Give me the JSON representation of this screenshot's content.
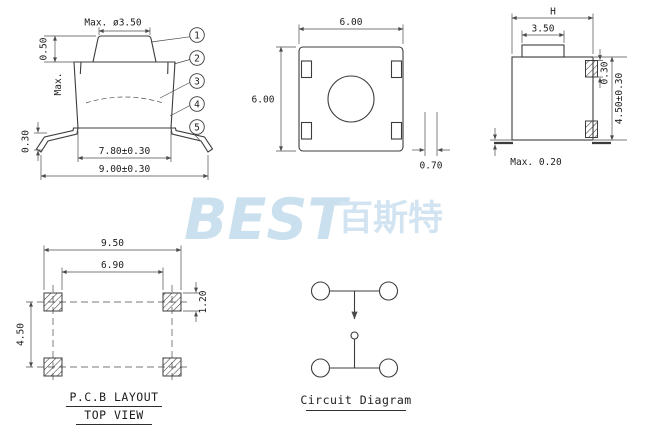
{
  "colors": {
    "line": "#3c3c3c",
    "watermark": "#bfd9eb"
  },
  "watermark": {
    "latin": "BEST",
    "cjk": "百斯特"
  },
  "front_view": {
    "dim_button_dia": "Max. ø3.50",
    "dim_button_height": "0.50",
    "dim_button_height_prefix": "Max.",
    "dim_lead_thickness": "0.30",
    "dim_body_width": "7.80±0.30",
    "dim_lead_span": "9.00±0.30",
    "callouts": [
      "1",
      "2",
      "3",
      "4",
      "5"
    ]
  },
  "top_view": {
    "dim_width": "6.00",
    "dim_height": "6.00",
    "dim_terminal_width": "0.70"
  },
  "side_view": {
    "dim_overall": "H",
    "dim_button_width": "3.50",
    "dim_terminal": "0.30",
    "dim_height": "4.50±0.30",
    "dim_standoff": "Max. 0.20"
  },
  "pcb_layout": {
    "dim_pad_span_outer": "9.50",
    "dim_pad_span_inner": "6.90",
    "dim_pad_height": "1.20",
    "dim_row_pitch": "4.50",
    "title": "P.C.B LAYOUT",
    "subtitle": "TOP VIEW"
  },
  "circuit_diagram": {
    "title": "Circuit Diagram"
  }
}
